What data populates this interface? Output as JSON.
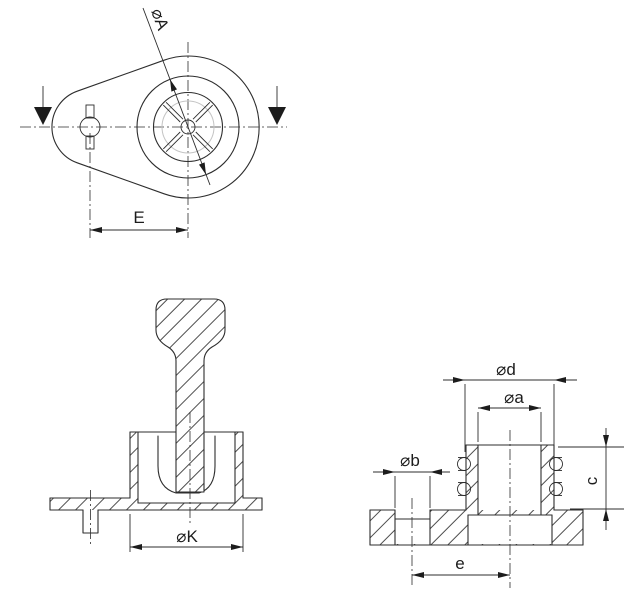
{
  "drawing": {
    "type": "engineering-drawing",
    "views": {
      "top_view": {
        "description": "top view of teardrop flange with bored boss, cross-pin and section arrows",
        "labels": {
          "diameter_a": "⌀A",
          "center_distance": "E"
        }
      },
      "front_section_view": {
        "description": "sectioned lever / ball-stud in socket housing with base flange",
        "labels": {
          "diameter_k": "⌀K"
        }
      },
      "side_section_view": {
        "description": "sectioned base plate with grooved spigot boss and offset hole",
        "labels": {
          "diameter_d": "⌀d",
          "diameter_a": "⌀a",
          "diameter_b": "⌀b",
          "height_c": "c",
          "offset_e": "e"
        }
      }
    },
    "colors": {
      "background": "#ffffff",
      "line": "#2d2d2d",
      "faint_circle": "#c4c4c4",
      "arrow_fill": "#1c1c1c"
    }
  }
}
